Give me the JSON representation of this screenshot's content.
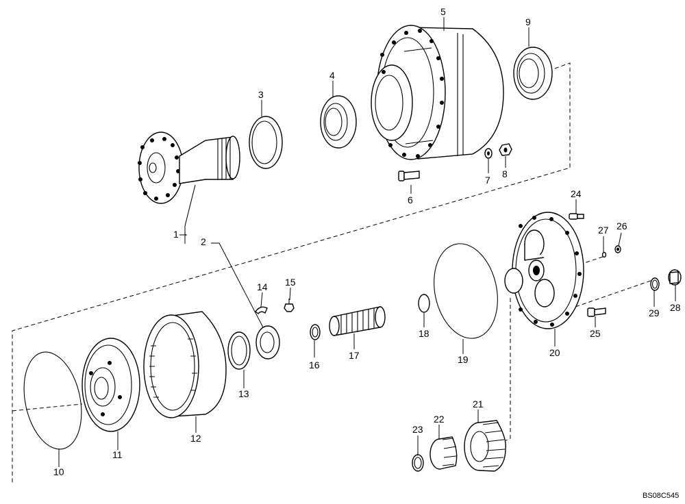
{
  "callouts": {
    "n1": "1",
    "n2": "2",
    "n3": "3",
    "n4": "4",
    "n5": "5",
    "n6": "6",
    "n7": "7",
    "n8": "8",
    "n9": "9",
    "n10": "10",
    "n11": "11",
    "n12": "12",
    "n13": "13",
    "n14": "14",
    "n15": "15",
    "n16": "16",
    "n17": "17",
    "n18": "18",
    "n19": "19",
    "n20": "20",
    "n21": "21",
    "n22": "22",
    "n23": "23",
    "n24": "24",
    "n25": "25",
    "n26": "26",
    "n27": "27",
    "n28": "28",
    "n29": "29"
  },
  "reference_code": "BS08C545"
}
